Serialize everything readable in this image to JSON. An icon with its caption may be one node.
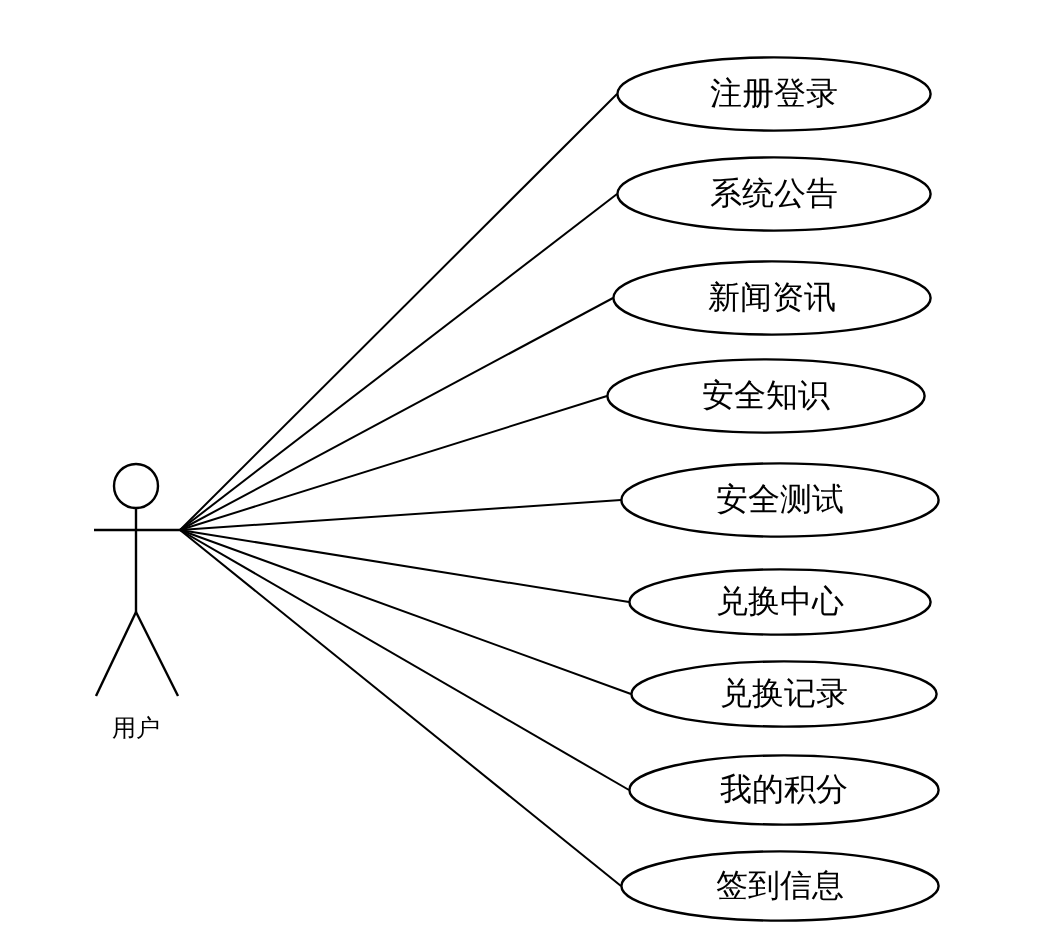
{
  "diagram": {
    "nodes": [
      {
        "text": [
          "用户"
        ]
      },
      {
        "text": [
          "注册登录"
        ]
      },
      {
        "text": [
          "系统公告"
        ]
      },
      {
        "text": [
          "新闻资讯"
        ]
      },
      {
        "text": [
          "安全知识"
        ]
      },
      {
        "text": [
          "安全测试"
        ]
      },
      {
        "text": [
          "兑换中心"
        ]
      },
      {
        "text": [
          "兑换记录"
        ]
      },
      {
        "text": [
          "我的积分"
        ]
      },
      {
        "text": [
          "签到信息"
        ]
      }
    ],
    "edges": [
      {
        "from": 0,
        "to": 1,
        "arrow": "none"
      },
      {
        "from": 0,
        "to": 2,
        "arrow": "none"
      },
      {
        "from": 0,
        "to": 3,
        "arrow": "none"
      },
      {
        "from": 0,
        "to": 4,
        "arrow": "none"
      },
      {
        "from": 0,
        "to": 5,
        "arrow": "none"
      },
      {
        "from": 0,
        "to": 6,
        "arrow": "none"
      },
      {
        "from": 0,
        "to": 7,
        "arrow": "none"
      },
      {
        "from": 0,
        "to": 8,
        "arrow": "none"
      },
      {
        "from": 0,
        "to": 9,
        "arrow": "none"
      }
    ]
  }
}
